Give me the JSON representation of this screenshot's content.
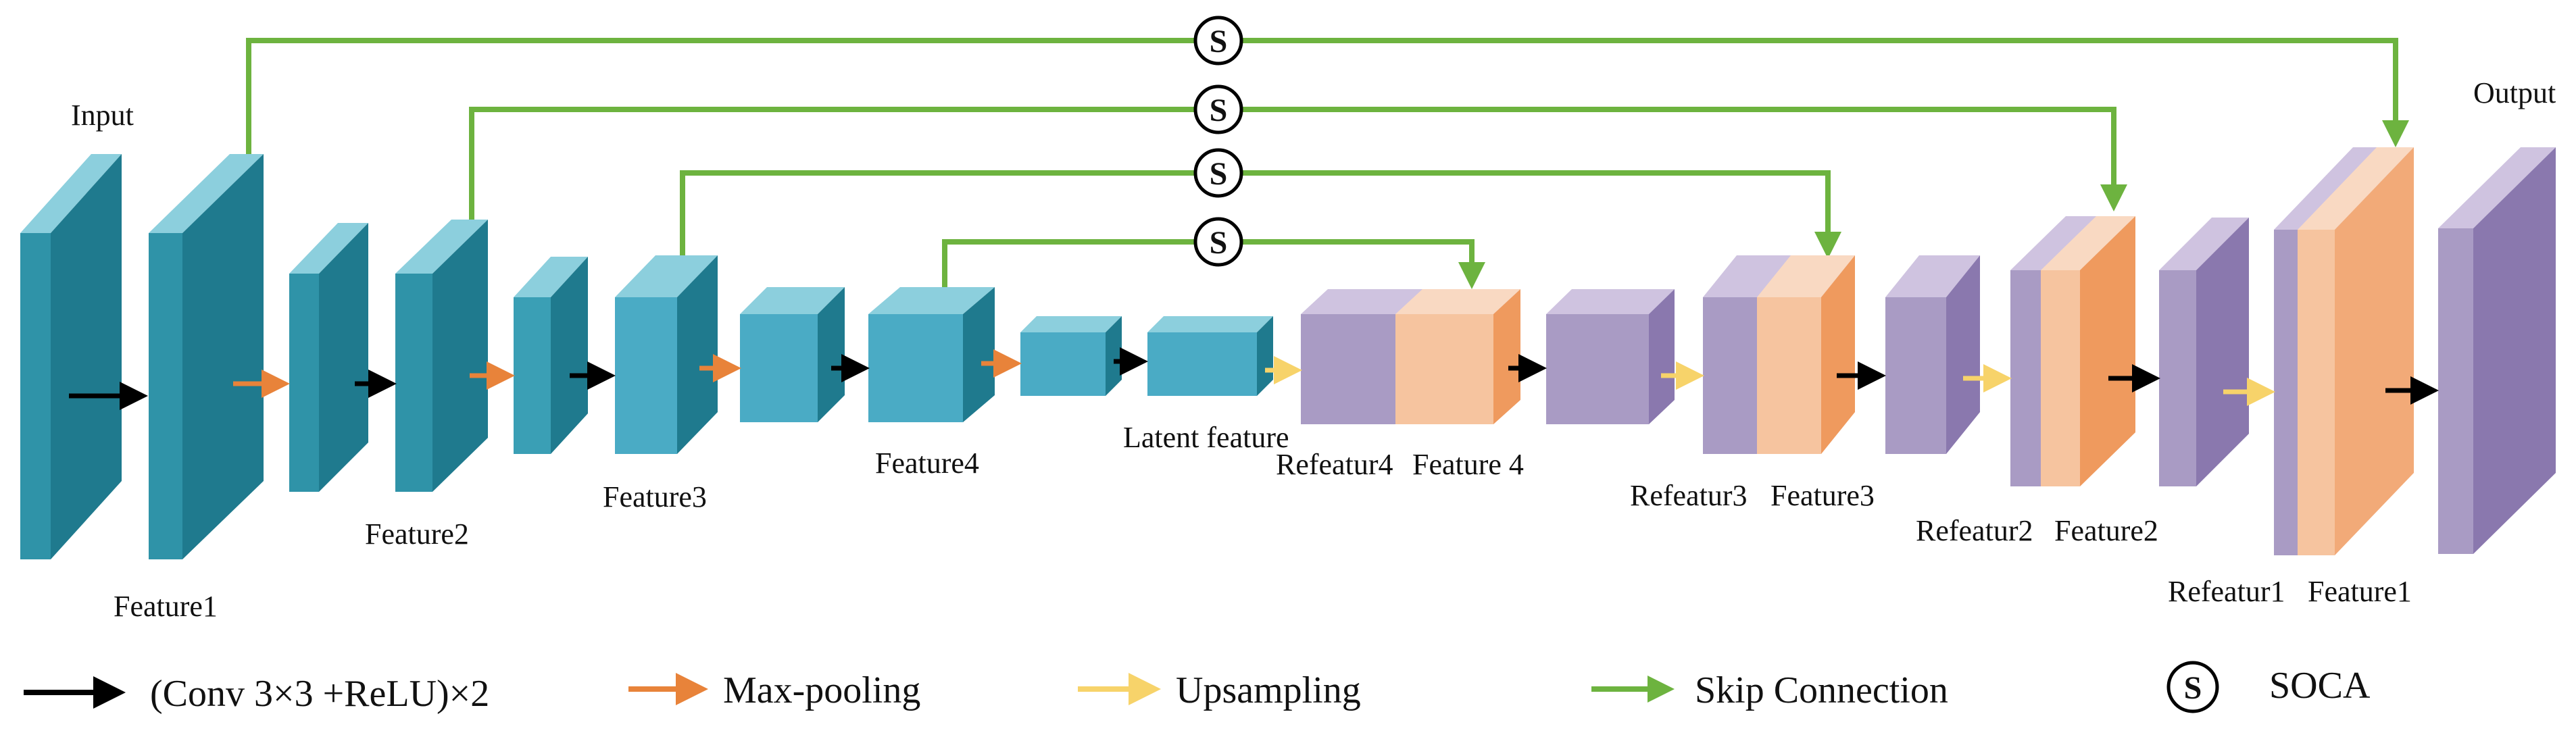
{
  "labels": {
    "input": "Input",
    "output": "Output",
    "feature1": "Feature1",
    "feature2": "Feature2",
    "feature3": "Feature3",
    "feature4": "Feature4",
    "latent": "Latent feature",
    "refeatur4": "Refeatur4",
    "feature_4": "Feature 4",
    "refeatur3": "Refeatur3",
    "dec_feature3": "Feature3",
    "refeatur2": "Refeatur2",
    "dec_feature2": "Feature2",
    "refeatur1": "Refeatur1",
    "dec_feature1": "Feature1"
  },
  "soca_symbol": "S",
  "legend": {
    "conv": "(Conv 3×3 +ReLU)×2",
    "maxpool": "Max-pooling",
    "upsampling": "Upsampling",
    "skip": "Skip Connection",
    "soca": "SOCA"
  },
  "colors": {
    "encoder": "#2f93a8",
    "encoder_side": "#1f7a8e",
    "encoder_top": "#8ccfdd",
    "decoder": "#a99bc4",
    "decoder_side": "#8a78ae",
    "decoder_top": "#cfc3e0",
    "skip_feature": "#f6c49f",
    "skip_feature_side": "#ef9a5e",
    "conv_arrow": "#000000",
    "maxpool_arrow": "#e8833a",
    "upsampling_arrow": "#f7d36a",
    "skip_arrow": "#6db33f"
  }
}
